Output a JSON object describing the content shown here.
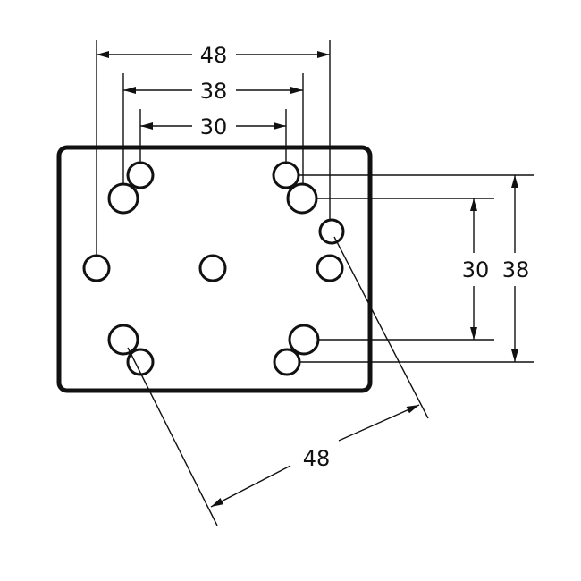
{
  "dimensions": {
    "top_outer": "48",
    "top_middle": "38",
    "top_inner": "30",
    "right_inner": "30",
    "right_outer": "38",
    "diagonal": "48"
  }
}
